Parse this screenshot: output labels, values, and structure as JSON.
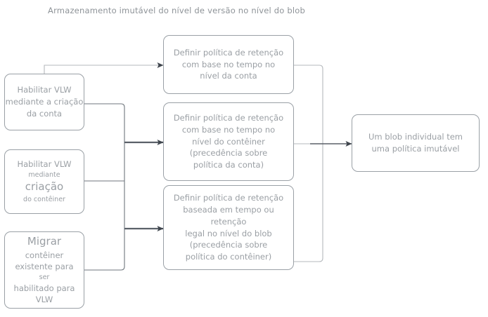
{
  "diagram": {
    "title": "Armazenamento imutável do nível de versão no nível do blob",
    "type": "flowchart",
    "colors": {
      "node_border": "#9aa0a6",
      "node_text": "#9a9fa4",
      "connector": "#5a6068",
      "connector_light": "#b5b9bd",
      "background": "#ffffff"
    },
    "nodes": [
      {
        "id": "enable-vlw-account",
        "column": "left",
        "lines": [
          {
            "text": "Habilitar VLW",
            "size": "normal"
          },
          {
            "text": "mediante a criação",
            "size": "normal"
          },
          {
            "text": "da conta",
            "size": "normal"
          }
        ]
      },
      {
        "id": "enable-vlw-container",
        "column": "left",
        "lines": [
          {
            "text": "Habilitar VLW",
            "size": "normal"
          },
          {
            "text": "mediante",
            "size": "small"
          },
          {
            "text": "criação",
            "size": "large"
          },
          {
            "text": "do contêiner",
            "size": "small"
          }
        ]
      },
      {
        "id": "migrate-container",
        "column": "left",
        "lines": [
          {
            "text": "Migrar",
            "size": "large"
          },
          {
            "text": "contêiner",
            "size": "mid"
          },
          {
            "text": "existente para",
            "size": "mid"
          },
          {
            "text": "ser",
            "size": "small"
          },
          {
            "text": "habilitado para VLW",
            "size": "mid"
          }
        ]
      },
      {
        "id": "policy-account",
        "column": "middle",
        "lines": [
          {
            "text": "Definir política de retenção",
            "size": "normal"
          },
          {
            "text": "com base no tempo no",
            "size": "normal"
          },
          {
            "text": "nível da conta",
            "size": "normal"
          }
        ]
      },
      {
        "id": "policy-container",
        "column": "middle",
        "lines": [
          {
            "text": "Definir política de retenção",
            "size": "normal"
          },
          {
            "text": "com base no tempo no",
            "size": "normal"
          },
          {
            "text": "nível do contêiner",
            "size": "normal"
          },
          {
            "text": "(precedência sobre",
            "size": "normal"
          },
          {
            "text": "política da conta)",
            "size": "normal"
          }
        ]
      },
      {
        "id": "policy-blob",
        "column": "middle",
        "lines": [
          {
            "text": "Definir política de retenção",
            "size": "normal"
          },
          {
            "text": "baseada em tempo ou retenção",
            "size": "normal"
          },
          {
            "text": "legal no nível do blob",
            "size": "normal"
          },
          {
            "text": "(precedência sobre",
            "size": "normal"
          },
          {
            "text": "política do contêiner)",
            "size": "normal"
          }
        ]
      },
      {
        "id": "blob-immutable",
        "column": "right",
        "lines": [
          {
            "text": "Um blob individual tem",
            "size": "normal"
          },
          {
            "text": "uma política imutável",
            "size": "normal"
          }
        ]
      }
    ],
    "edges": [
      {
        "from": "enable-vlw-account",
        "to": "policy-account"
      },
      {
        "from": "enable-vlw-account",
        "to": "policy-container"
      },
      {
        "from": "enable-vlw-container",
        "to": "policy-container"
      },
      {
        "from": "migrate-container",
        "to": "policy-blob"
      },
      {
        "from": "policy-account",
        "to": "blob-immutable"
      },
      {
        "from": "policy-container",
        "to": "blob-immutable"
      },
      {
        "from": "policy-blob",
        "to": "blob-immutable"
      }
    ]
  },
  "nodeText": {
    "enable-vlw-account": {
      "l0": "Habilitar VLW",
      "l1": "mediante a criação",
      "l2": "da conta"
    },
    "enable-vlw-container": {
      "l0": "Habilitar VLW",
      "l1": "mediante",
      "l2": "criação",
      "l3": "do contêiner"
    },
    "migrate-container": {
      "l0": "Migrar",
      "l1": "contêiner",
      "l2": "existente para",
      "l3": "ser",
      "l4": "habilitado para VLW"
    },
    "policy-account": {
      "l0": "Definir política de retenção",
      "l1": "com base no tempo no",
      "l2": "nível da conta"
    },
    "policy-container": {
      "l0": "Definir política de retenção",
      "l1": "com base no tempo no",
      "l2": "nível do contêiner",
      "l3": "(precedência sobre",
      "l4": "política da conta)"
    },
    "policy-blob": {
      "l0": "Definir política de retenção",
      "l1": "baseada em tempo ou retenção",
      "l2": "legal no nível do blob",
      "l3": "(precedência sobre",
      "l4": "política do contêiner)"
    },
    "blob-immutable": {
      "l0": "Um blob individual tem",
      "l1": "uma política imutável"
    }
  }
}
